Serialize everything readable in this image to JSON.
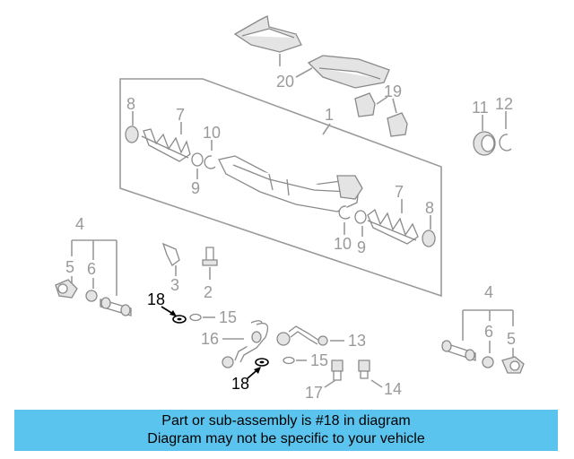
{
  "callouts": {
    "c1": "1",
    "c2": "2",
    "c3": "3",
    "c4a": "4",
    "c4b": "4",
    "c5a": "5",
    "c5b": "5",
    "c6a": "6",
    "c6b": "6",
    "c7a": "7",
    "c7b": "7",
    "c8a": "8",
    "c8b": "8",
    "c9a": "9",
    "c9b": "9",
    "c10a": "10",
    "c10b": "10",
    "c11": "11",
    "c12": "12",
    "c13": "13",
    "c14": "14",
    "c15a": "15",
    "c15b": "15",
    "c16": "16",
    "c17": "17",
    "c18a": "18",
    "c18b": "18",
    "c19": "19",
    "c20": "20"
  },
  "highlight_part": "18",
  "colors": {
    "banner": "#5bc4ee",
    "highlight": "#000000",
    "muted": "#9a9a9a"
  },
  "banner": {
    "line1": "Part or sub-assembly is #18 in diagram",
    "line2": "Diagram may not be specific to your vehicle"
  }
}
